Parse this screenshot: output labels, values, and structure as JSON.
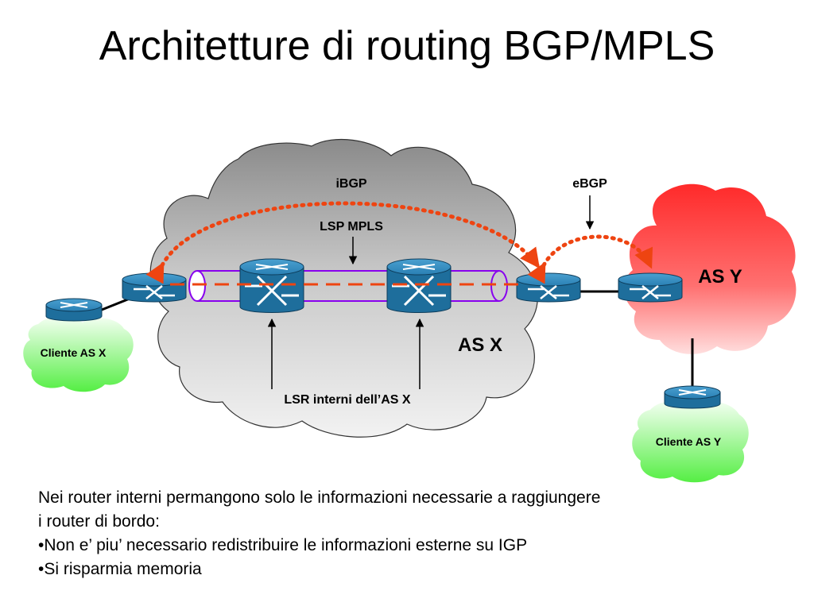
{
  "slide": {
    "title": "Architetture di routing BGP/MPLS"
  },
  "diagram": {
    "labels": {
      "ibgp": "iBGP",
      "ebgp": "eBGP",
      "lsp": "LSP MPLS",
      "as_x": "AS X",
      "as_y": "AS Y",
      "cliente_x": "Cliente AS X",
      "cliente_y": "Cliente AS Y",
      "lsr": "LSR interni dell’AS X"
    },
    "colors": {
      "cloud_gray": "#b4b4b4",
      "cloud_red": "#ff3c3c",
      "cloud_green": "#66ee55",
      "dotted_arrow": "#ee4411",
      "tunnel": "#8800ee",
      "router_blue": "#1e6e9c"
    },
    "icons": [
      "router-icon",
      "switch-router-icon"
    ]
  },
  "body": {
    "line1": "Nei router interni permangono solo le informazioni necessarie a raggiungere",
    "line2": "i router di bordo:",
    "bullet1": "•Non e’ piu’ necessario redistribuire le informazioni esterne su IGP",
    "bullet2": "•Si risparmia memoria"
  }
}
